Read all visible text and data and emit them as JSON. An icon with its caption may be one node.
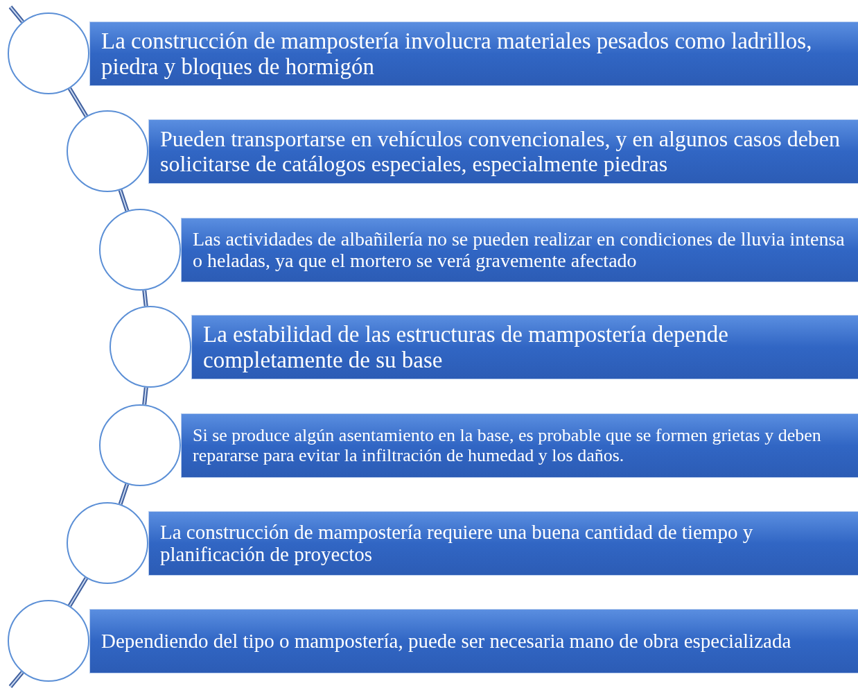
{
  "diagram": {
    "nodes": [
      {
        "text": [],
        "shape": "circle"
      },
      {
        "text": [
          "La construcción de mampostería involucra materiales pesados como ladrillos, piedra y bloques de hormigón"
        ]
      },
      {
        "text": [],
        "shape": "circle"
      },
      {
        "text": [
          "Pueden transportarse en vehículos convencionales, y en algunos casos deben solicitarse de catálogos especiales, especialmente piedras"
        ]
      },
      {
        "text": [],
        "shape": "circle"
      },
      {
        "text": [
          "Las actividades de albañilería no se pueden realizar en condiciones de lluvia intensa o heladas, ya que el mortero se verá gravemente afectado"
        ]
      },
      {
        "text": [],
        "shape": "circle"
      },
      {
        "text": [
          "La estabilidad de las estructuras de mampostería depende completamente de su base"
        ]
      },
      {
        "text": [],
        "shape": "circle"
      },
      {
        "text": [
          "Si se produce algún asentamiento en la base, es probable que se formen grietas y deben repararse para evitar la infiltración de humedad y los daños."
        ]
      },
      {
        "text": [],
        "shape": "circle"
      },
      {
        "text": [
          "La construcción de mampostería requiere una buena cantidad de tiempo y planificación de proyectos"
        ]
      },
      {
        "text": [],
        "shape": "circle"
      },
      {
        "text": [
          "Dependiendo del tipo o mampostería, puede ser necesaria mano de obra especializada"
        ]
      }
    ],
    "edges": [
      {
        "from": null,
        "to": 0,
        "arrow": "none"
      },
      {
        "from": 0,
        "to": 2,
        "arrow": "none"
      },
      {
        "from": 2,
        "to": 4,
        "arrow": "none"
      },
      {
        "from": 4,
        "to": 6,
        "arrow": "none"
      },
      {
        "from": 6,
        "to": 8,
        "arrow": "none"
      },
      {
        "from": 8,
        "to": 10,
        "arrow": "none"
      },
      {
        "from": 10,
        "to": 12,
        "arrow": "none"
      },
      {
        "from": 12,
        "to": null,
        "arrow": "none"
      }
    ]
  }
}
